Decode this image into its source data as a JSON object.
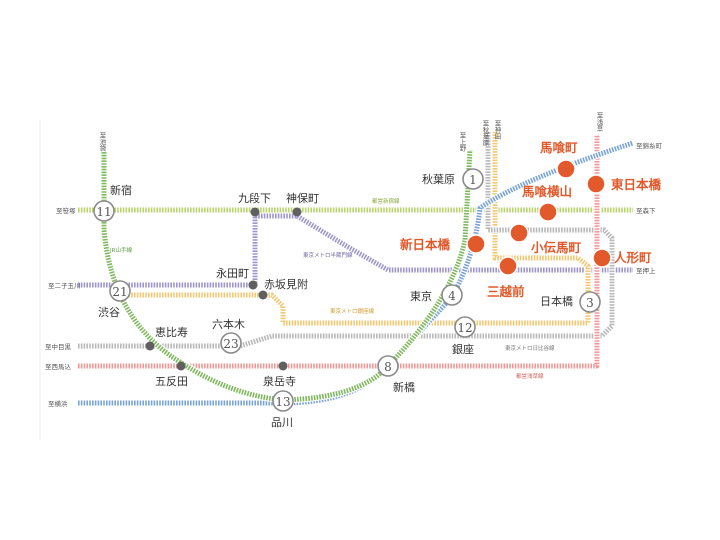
{
  "colors": {
    "yamanote": "#7fb85e",
    "shinjuku": "#b9d36e",
    "hanzomon": "#9f95c9",
    "ginza": "#f2c874",
    "hibiya": "#b9b9b9",
    "asakusa": "#ef9a98",
    "tokaido": "#7aa3d6",
    "highlight": "#e25a2c"
  },
  "line_names": {
    "yamanote": "JR山手線",
    "shinjuku": "都営新宿線",
    "hanzomon": "東京メトロ半蔵門線",
    "ginza": "東京メトロ銀座線",
    "hibiya": "東京メトロ日比谷線",
    "asakusa": "都営浅草線"
  },
  "directions": {
    "ikebukuro": "至池袋",
    "ueno": "至上野",
    "akihabara": "至秋葉原",
    "kanda": "至神田",
    "asakusa": "至浅草",
    "kinshicho": "至錦糸町",
    "sasazuka": "至笹塚",
    "morishita": "至森下",
    "futakotamagawa": "至二子玉川",
    "oshiage": "至押上",
    "nakameguro": "至中目黒",
    "nishimagome": "至西馬込",
    "yokohama": "至横浜"
  },
  "stations": [
    {
      "name": "秋葉原",
      "minutes": "1"
    },
    {
      "name": "新宿",
      "minutes": "11"
    },
    {
      "name": "渋谷",
      "minutes": "21"
    },
    {
      "name": "東京",
      "minutes": "4"
    },
    {
      "name": "日本橋",
      "minutes": "3"
    },
    {
      "name": "銀座",
      "minutes": "12"
    },
    {
      "name": "六本木",
      "minutes": "23"
    },
    {
      "name": "新橋",
      "minutes": "8"
    },
    {
      "name": "品川",
      "minutes": "13"
    }
  ],
  "minor_stations": {
    "kudanshita": "九段下",
    "jimbocho": "神保町",
    "nagatacho": "永田町",
    "akasakamitsuke": "赤坂見附",
    "ebisu": "恵比寿",
    "gotanda": "五反田",
    "sengakuji": "泉岳寺"
  },
  "highlight_stations": [
    "馬喰町",
    "東日本橋",
    "馬喰横山",
    "新日本橋",
    "小伝馬町",
    "人形町",
    "三越前"
  ]
}
